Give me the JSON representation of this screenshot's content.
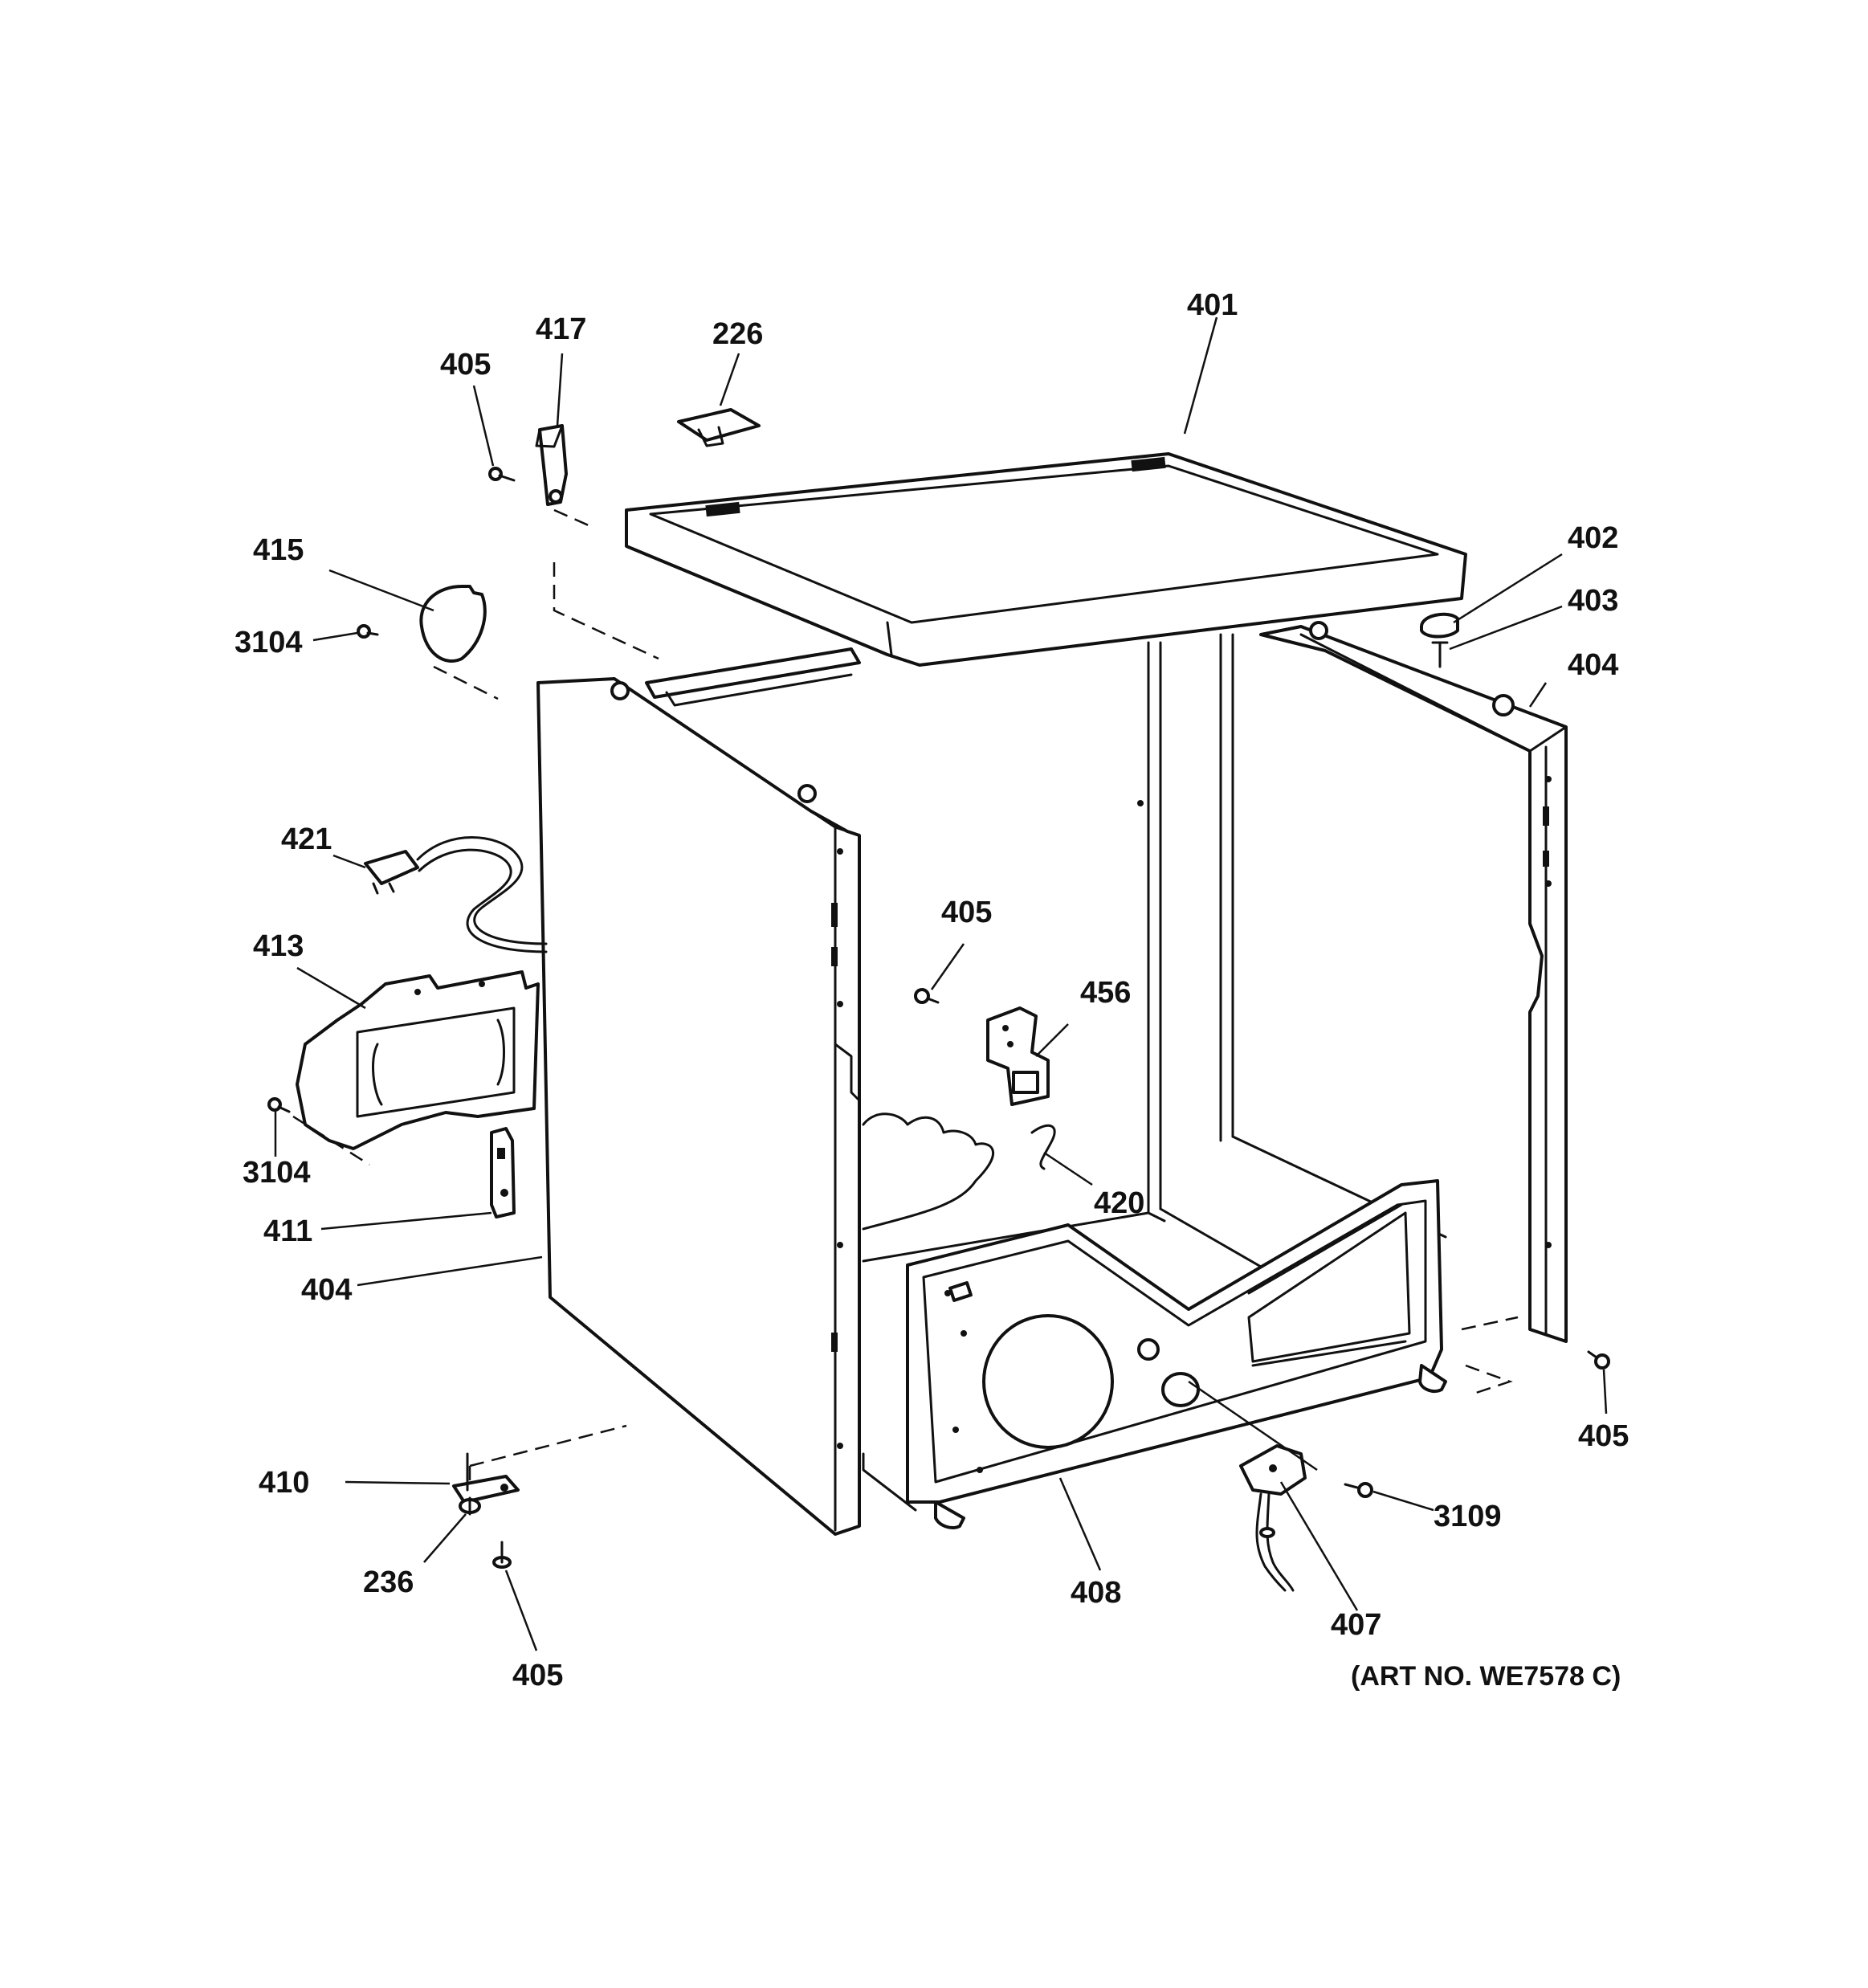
{
  "parts": [
    {
      "id": "lbl-401",
      "label": "401",
      "part": "top-panel"
    },
    {
      "id": "lbl-417",
      "label": "417",
      "part": "top-hinge"
    },
    {
      "id": "lbl-226",
      "label": "226",
      "part": "top-clip"
    },
    {
      "id": "lbl-405-a",
      "label": "405",
      "part": "screw"
    },
    {
      "id": "lbl-415",
      "label": "415",
      "part": "cover-plate"
    },
    {
      "id": "lbl-3104-a",
      "label": "3104",
      "part": "screw"
    },
    {
      "id": "lbl-402",
      "label": "402",
      "part": "pad"
    },
    {
      "id": "lbl-403",
      "label": "403",
      "part": "screw"
    },
    {
      "id": "lbl-404-right",
      "label": "404",
      "part": "side-panel"
    },
    {
      "id": "lbl-421",
      "label": "421",
      "part": "power-cord"
    },
    {
      "id": "lbl-405-b",
      "label": "405",
      "part": "screw"
    },
    {
      "id": "lbl-456",
      "label": "456",
      "part": "bracket"
    },
    {
      "id": "lbl-413",
      "label": "413",
      "part": "terminal-cover"
    },
    {
      "id": "lbl-3104-b",
      "label": "3104",
      "part": "screw"
    },
    {
      "id": "lbl-420",
      "label": "420",
      "part": "clip"
    },
    {
      "id": "lbl-411",
      "label": "411",
      "part": "terminal-block"
    },
    {
      "id": "lbl-404-left",
      "label": "404",
      "part": "side-panel"
    },
    {
      "id": "lbl-405-c",
      "label": "405",
      "part": "screw"
    },
    {
      "id": "lbl-410",
      "label": "410",
      "part": "leg-bracket"
    },
    {
      "id": "lbl-236",
      "label": "236",
      "part": "leveling-leg"
    },
    {
      "id": "lbl-3109",
      "label": "3109",
      "part": "screw"
    },
    {
      "id": "lbl-408",
      "label": "408",
      "part": "base"
    },
    {
      "id": "lbl-407",
      "label": "407",
      "part": "motor-switch"
    },
    {
      "id": "lbl-405-d",
      "label": "405",
      "part": "screw"
    }
  ],
  "art_number": "(ART NO. WE7578 C)"
}
